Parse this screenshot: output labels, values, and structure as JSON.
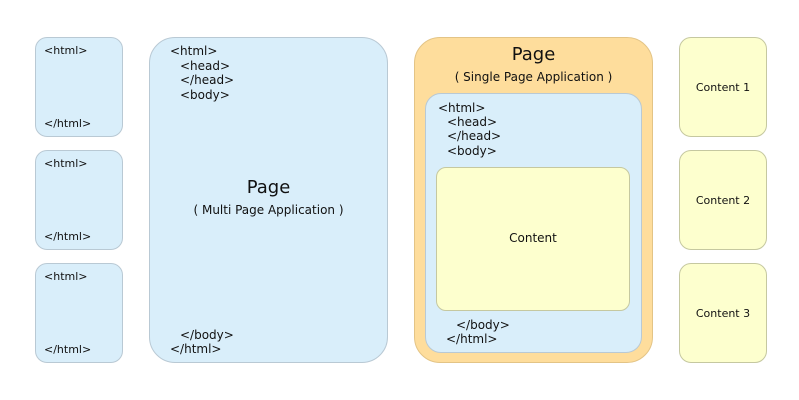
{
  "mini_pages": [
    {
      "open": "<html>",
      "close": "</html>"
    },
    {
      "open": "<html>",
      "close": "</html>"
    },
    {
      "open": "<html>",
      "close": "</html>"
    }
  ],
  "mpa": {
    "html_open": "<html>",
    "head_open": "<head>",
    "head_close": "</head>",
    "body_open": "<body>",
    "title": "Page",
    "subtitle": "( Multi Page Application )",
    "body_close": "</body>",
    "html_close": "</html>"
  },
  "spa": {
    "title": "Page",
    "subtitle": "( Single Page Application )",
    "html_open": "<html>",
    "head_open": "<head>",
    "head_close": "</head>",
    "body_open": "<body>",
    "content": "Content",
    "body_close": "</body>",
    "html_close": "</html>"
  },
  "contents": [
    "Content 1",
    "Content 2",
    "Content 3"
  ],
  "colors": {
    "blue_fill": "#d9eefa",
    "yellow_fill": "#fdffce",
    "orange_fill": "#fedd9c"
  }
}
